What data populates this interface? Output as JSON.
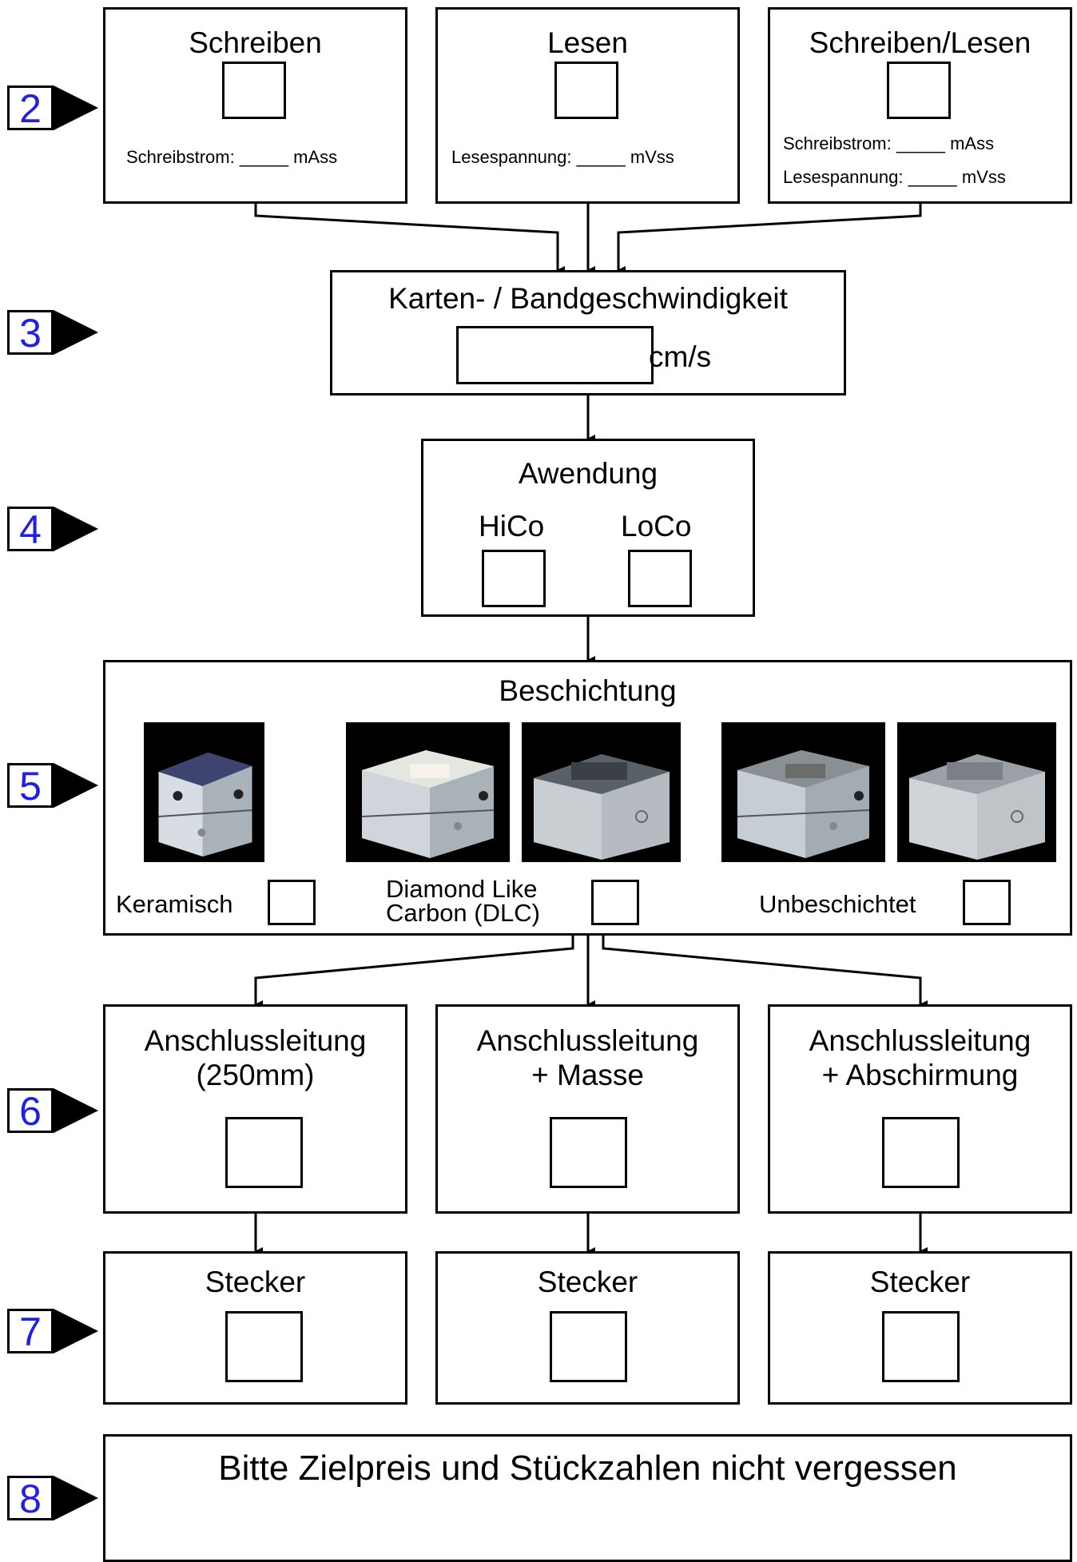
{
  "steps": [
    "2",
    "3",
    "4",
    "5",
    "6",
    "7",
    "8"
  ],
  "row2": {
    "write": {
      "title": "Schreiben",
      "field": "Schreibstrom: _____ mAss"
    },
    "read": {
      "title": "Lesen",
      "field": "Lesespannung: _____ mVss"
    },
    "readwrite": {
      "title": "Schreiben/Lesen",
      "field1": "Schreibstrom:   _____ mAss",
      "field2": "Lesespannung: _____ mVss"
    }
  },
  "row3": {
    "title": "Karten- / Bandgeschwindigkeit",
    "unit": "cm/s"
  },
  "row4": {
    "title": "Awendung",
    "opt1": "HiCo",
    "opt2": "LoCo"
  },
  "row5": {
    "title": "Beschichtung",
    "opt1": "Keramisch",
    "opt2_line1": "Diamond Like",
    "opt2_line2": "Carbon (DLC)",
    "opt3": "Unbeschichtet"
  },
  "row6": {
    "a_line1": "Anschlussleitung",
    "a_line2": "(250mm)",
    "b_line1": "Anschlussleitung",
    "b_line2": "+ Masse",
    "c_line1": "Anschlussleitung",
    "c_line2": "+ Abschirmung"
  },
  "row7": {
    "label": "Stecker"
  },
  "row8": {
    "title": "Bitte Zielpreis und Stückzahlen nicht vergessen"
  },
  "colors": {
    "step_number": "#1f1fe6",
    "line": "#000000",
    "background": "#ffffff"
  }
}
